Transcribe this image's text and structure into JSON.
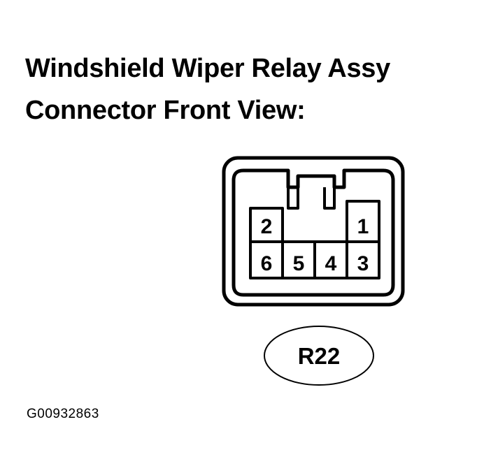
{
  "title": {
    "line1": "Windshield Wiper Relay Assy",
    "line2": "Connector Front View:"
  },
  "connector": {
    "pins": {
      "p1": "1",
      "p2": "2",
      "p3": "3",
      "p4": "4",
      "p5": "5",
      "p6": "6"
    },
    "code": "R22"
  },
  "figure_id": "G00932863"
}
